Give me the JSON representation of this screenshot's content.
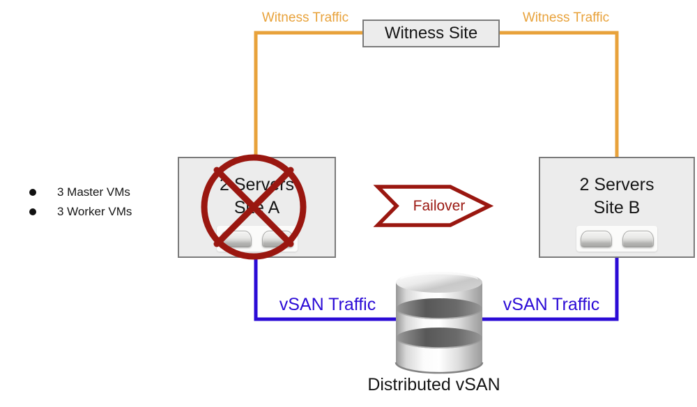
{
  "diagram": {
    "witness_site_label": "Witness Site",
    "witness_traffic_left_label": "Witness Traffic",
    "witness_traffic_right_label": "Witness Traffic",
    "site_a": {
      "line1": "2 Servers",
      "line2": "Site A"
    },
    "site_b": {
      "line1": "2 Servers",
      "line2": "Site B"
    },
    "failover_label": "Failover",
    "vsan_traffic_left_label": "vSAN Traffic",
    "vsan_traffic_right_label": "vSAN Traffic",
    "distributed_vsan_label": "Distributed vSAN",
    "vm_list": [
      "3 Master VMs",
      "3 Worker VMs"
    ],
    "colors": {
      "witness_traffic": "#E8A23B",
      "vsan_traffic": "#2B0BD6",
      "failure_red": "#9A1710",
      "box_fill": "#ECECEC",
      "box_border": "#7A7A7A"
    }
  }
}
